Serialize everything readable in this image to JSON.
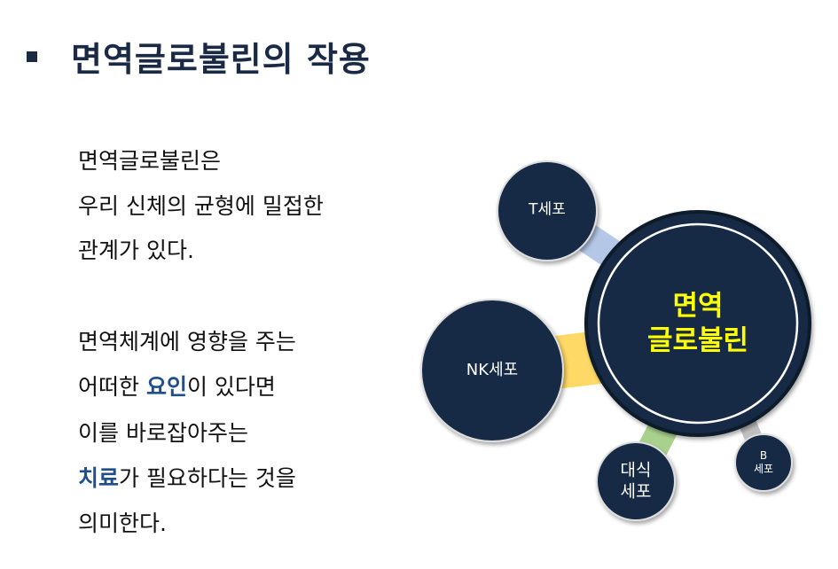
{
  "title": "면역글로불린의 작용",
  "body": {
    "l1": "면역글로불린은",
    "l2": "우리 신체의 균형에 밀접한",
    "l3": "관계가 있다.",
    "l4": "면역체계에 영향을 주는",
    "l5a": "어떠한 ",
    "l5b": "요인",
    "l5c": "이 있다면",
    "l6": "이를 바로잡아주는",
    "l7a": "치료",
    "l7b": "가 필요하다는 것을",
    "l8": "의미한다."
  },
  "diagram": {
    "center": {
      "line1": "면역",
      "line2": "글로불린"
    },
    "t": "T세포",
    "nk": "NK세포",
    "macro": {
      "line1": "대식",
      "line2": "세포"
    },
    "b": {
      "line1": "B",
      "line2": "세포"
    },
    "colors": {
      "node": "#172a45",
      "center_text": "#ffff00",
      "t_link": "#b4c7e7",
      "nk_link": "#ffd966",
      "macro_link": "#a9d18e",
      "b_link": "#bfbfbf"
    }
  }
}
